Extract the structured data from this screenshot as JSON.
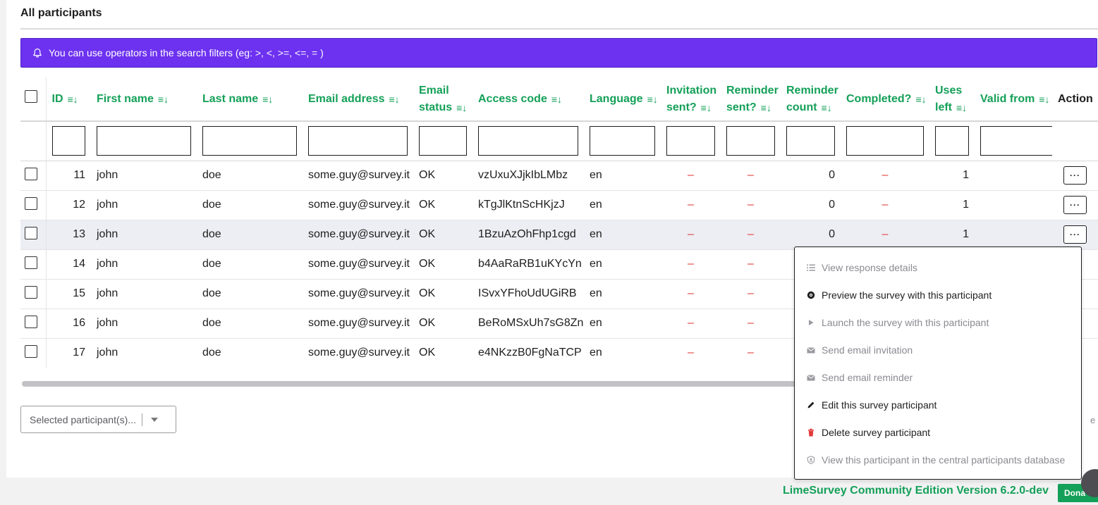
{
  "page": {
    "title": "All participants"
  },
  "alert": {
    "text": "You can use operators in the search filters (eg: >, <, >=, <=, = )",
    "color": "#6d32f0"
  },
  "table": {
    "headers": {
      "id": "ID",
      "first_name": "First name",
      "last_name": "Last name",
      "email": "Email address",
      "email_status_1": "Email",
      "email_status_2": "status",
      "access_code": "Access code",
      "language": "Language",
      "invitation_1": "Invitation",
      "invitation_2": "sent?",
      "reminder_1": "Reminder",
      "reminder_2": "sent?",
      "reminder_count_1": "Reminder",
      "reminder_count_2": "count",
      "completed": "Completed?",
      "uses_left_1": "Uses",
      "uses_left_2": "left",
      "valid_from": "Valid from",
      "action": "Action"
    },
    "rows": [
      {
        "id": "11",
        "first": "john",
        "last": "doe",
        "email": "some.guy@survey.it",
        "status": "OK",
        "code": "vzUxuXJjkIbLMbz",
        "lang": "en",
        "invited": "–",
        "reminded": "–",
        "count": "0",
        "completed": "–",
        "uses": "1"
      },
      {
        "id": "12",
        "first": "john",
        "last": "doe",
        "email": "some.guy@survey.it",
        "status": "OK",
        "code": "kTgJlKtnScHKjzJ",
        "lang": "en",
        "invited": "–",
        "reminded": "–",
        "count": "0",
        "completed": "–",
        "uses": "1"
      },
      {
        "id": "13",
        "first": "john",
        "last": "doe",
        "email": "some.guy@survey.it",
        "status": "OK",
        "code": "1BzuAzOhFhp1cgd",
        "lang": "en",
        "invited": "–",
        "reminded": "–",
        "count": "0",
        "completed": "–",
        "uses": "1"
      },
      {
        "id": "14",
        "first": "john",
        "last": "doe",
        "email": "some.guy@survey.it",
        "status": "OK",
        "code": "b4AaRaRB1uKYcYn",
        "lang": "en",
        "invited": "–",
        "reminded": "–"
      },
      {
        "id": "15",
        "first": "john",
        "last": "doe",
        "email": "some.guy@survey.it",
        "status": "OK",
        "code": "ISvxYFhoUdUGiRB",
        "lang": "en",
        "invited": "–",
        "reminded": "–"
      },
      {
        "id": "16",
        "first": "john",
        "last": "doe",
        "email": "some.guy@survey.it",
        "status": "OK",
        "code": "BeRoMSxUh7sG8Zn",
        "lang": "en",
        "invited": "–",
        "reminded": "–"
      },
      {
        "id": "17",
        "first": "john",
        "last": "doe",
        "email": "some.guy@survey.it",
        "status": "OK",
        "code": "e4NKzzB0FgNaTCP",
        "lang": "en",
        "invited": "–",
        "reminded": "–"
      }
    ],
    "action_button_label": "···"
  },
  "bulk_action": {
    "label": "Selected participant(s)..."
  },
  "action_menu": {
    "items": [
      {
        "label": "View response details",
        "icon": "list-icon"
      },
      {
        "label": "Preview the survey with this participant",
        "icon": "eye-icon"
      },
      {
        "label": "Launch the survey with this participant",
        "icon": "play-icon"
      },
      {
        "label": "Send email invitation",
        "icon": "mail-icon"
      },
      {
        "label": "Send email reminder",
        "icon": "mail-icon"
      },
      {
        "label": "Edit this survey participant",
        "icon": "pencil-icon"
      },
      {
        "label": "Delete survey participant",
        "icon": "trash-icon"
      },
      {
        "label": "View this participant in the central participants database",
        "icon": "user-shield-icon"
      }
    ]
  },
  "footer": {
    "version_text": "LimeSurvey Community Edition Version 6.2.0-dev",
    "donate_label": "Dona"
  },
  "edge_text": "e",
  "colors": {
    "accent_green": "#14a058",
    "dash_red": "#e13a3a",
    "alert_purple": "#6d32f0"
  }
}
